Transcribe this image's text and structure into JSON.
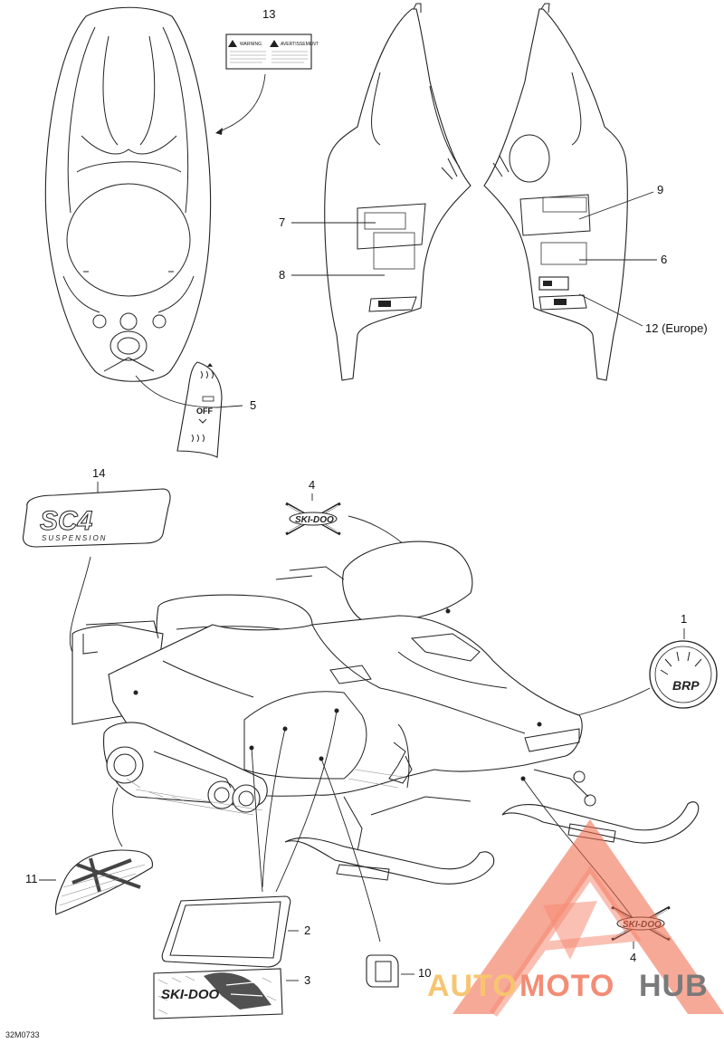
{
  "callouts": {
    "c1": "1",
    "c2": "2",
    "c3": "3",
    "c4a": "4",
    "c4b": "4",
    "c5": "5",
    "c6": "6",
    "c7": "7",
    "c8": "8",
    "c9": "9",
    "c10": "10",
    "c11": "11",
    "c12": "12 (Europe)",
    "c13": "13",
    "c14": "14"
  },
  "decals": {
    "warning_left": "WARNING",
    "warning_right": "AVERTISSEMENT",
    "heat_off": "OFF",
    "brp_logo": "BRP",
    "sc4_logo": "SC4",
    "suspension": "SUSPENSION",
    "skidoo_logo": "SKI-DOO"
  },
  "diagram_code": "32M0733",
  "watermark": {
    "part1": "AUTO",
    "part2": "MOTO",
    "part3": "HUB",
    "color_primary": "#f26c4f",
    "color_secondary": "#f6b54a",
    "color_dark": "#555555"
  }
}
